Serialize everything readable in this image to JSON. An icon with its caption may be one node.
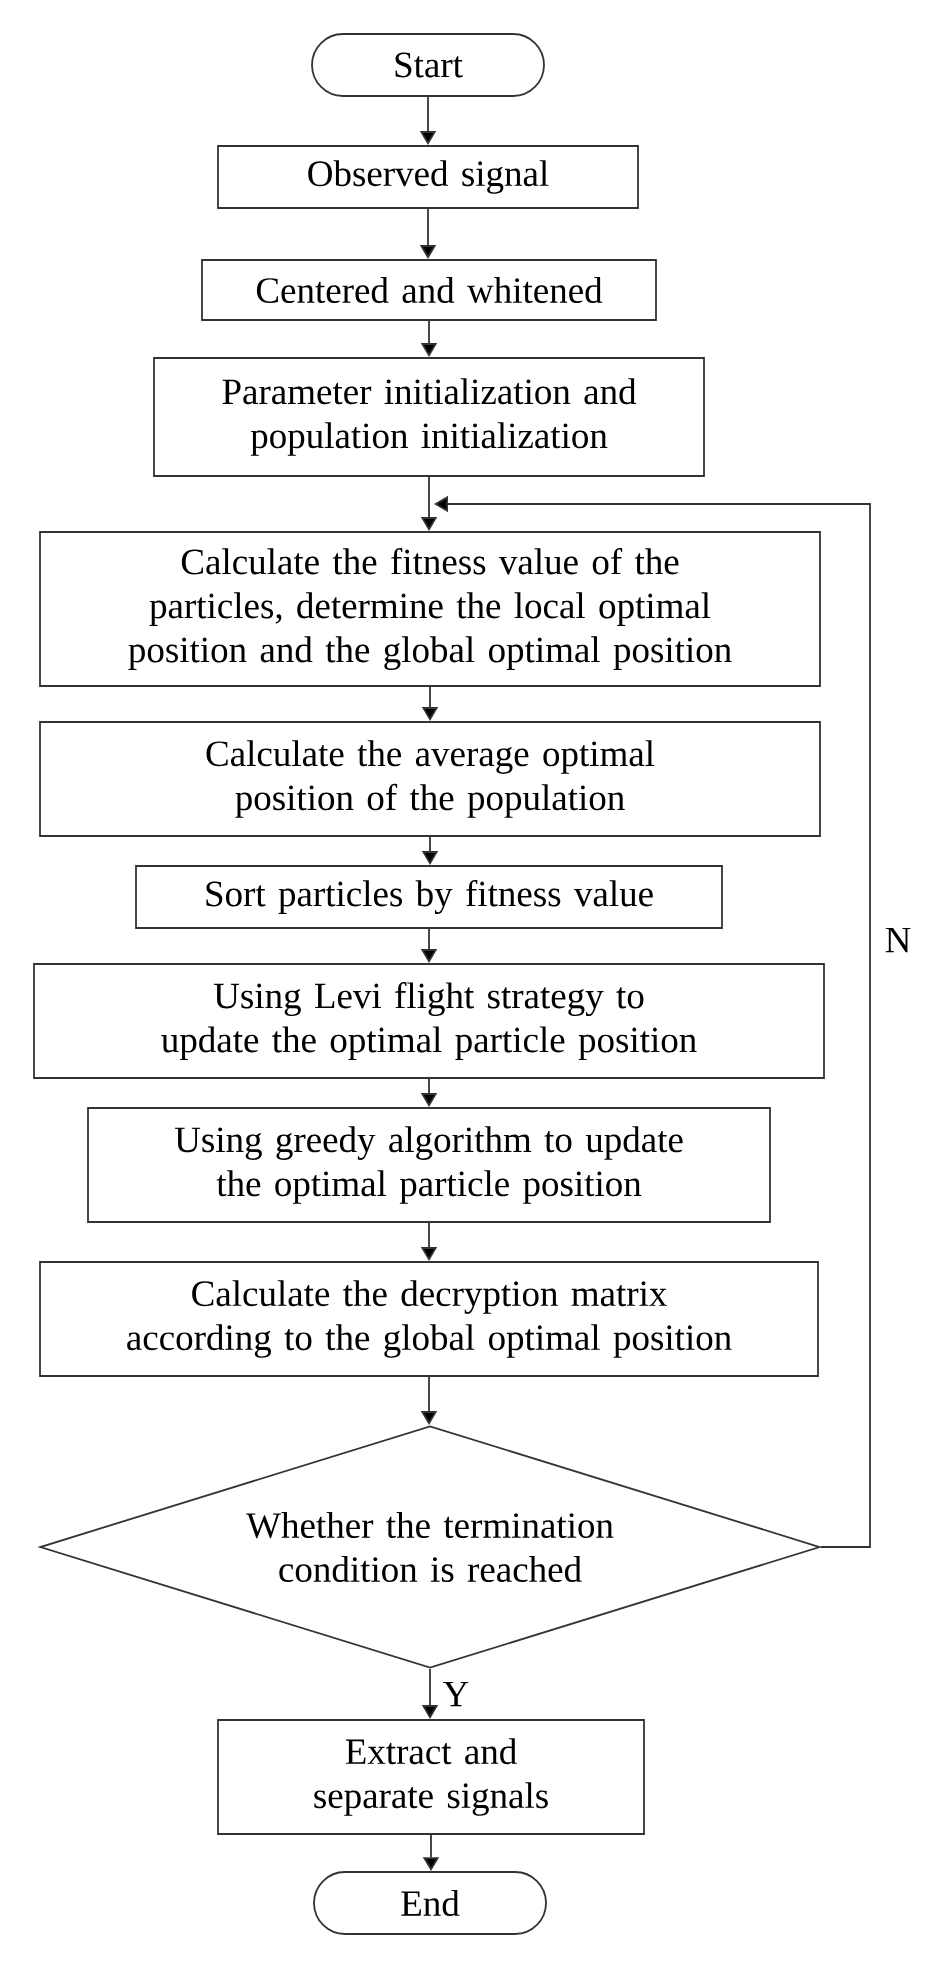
{
  "diagram": {
    "nodes": [
      {
        "text": [
          "Start"
        ]
      },
      {
        "text": [
          "Observed signal"
        ]
      },
      {
        "text": [
          "Centered and whitened"
        ]
      },
      {
        "text": [
          "Parameter initialization and population initialization"
        ]
      },
      {
        "text": [
          "Calculate the fitness value of the particles, determine the local optimal position and the global optimal position"
        ]
      },
      {
        "text": [
          "Calculate the average optimal position of the population"
        ]
      },
      {
        "text": [
          "Sort particles by fitness value"
        ]
      },
      {
        "text": [
          "Using Levi flight strategy to update the optimal particle position"
        ]
      },
      {
        "text": [
          "Using greedy algorithm to update the optimal particle position"
        ]
      },
      {
        "text": [
          "Calculate the decryption matrix according to the global optimal position"
        ]
      },
      {
        "text": [
          "Whether the termination condition is reached"
        ]
      },
      {
        "text": [
          "Extract and separate signals"
        ]
      },
      {
        "text": [
          "End"
        ]
      }
    ],
    "edges": [
      {
        "from": 0,
        "to": 1,
        "arrow": "to"
      },
      {
        "from": 1,
        "to": 2,
        "arrow": "to"
      },
      {
        "from": 2,
        "to": 3,
        "arrow": "to"
      },
      {
        "from": 3,
        "to": 4,
        "arrow": "to"
      },
      {
        "from": 4,
        "to": 5,
        "arrow": "to"
      },
      {
        "from": 5,
        "to": 6,
        "arrow": "to"
      },
      {
        "from": 6,
        "to": 7,
        "arrow": "to"
      },
      {
        "from": 7,
        "to": 8,
        "arrow": "to"
      },
      {
        "from": 8,
        "to": 9,
        "arrow": "to"
      },
      {
        "from": 9,
        "to": 10,
        "arrow": "to"
      },
      {
        "from": 10,
        "to": 11,
        "arrow": "to",
        "label": "Y"
      },
      {
        "from": 10,
        "to": 4,
        "arrow": "to",
        "label": "N"
      },
      {
        "from": 11,
        "to": 12,
        "arrow": "to"
      }
    ]
  }
}
